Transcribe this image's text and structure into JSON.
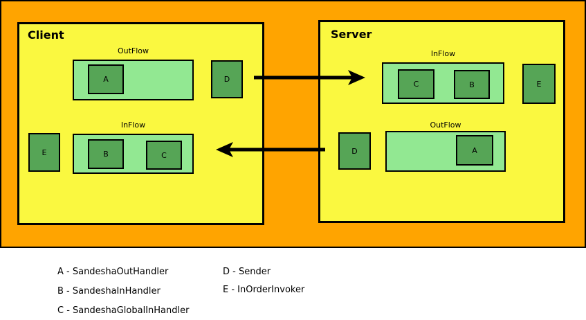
{
  "colors": {
    "orange": "#FFA400",
    "yellow": "#FAF840",
    "bargreen": "#92E892",
    "boxgreen": "#56A556",
    "black": "#000000",
    "white": "#FFFFFF"
  },
  "client": {
    "title": "Client",
    "outflow_label": "OutFlow",
    "outflow_handler_a": "A",
    "sender_label": "D",
    "inflow_label": "InFlow",
    "inflow_handler_b": "B",
    "inflow_handler_c": "C",
    "invoker_label": "E"
  },
  "server": {
    "title": "Server",
    "inflow_label": "InFlow",
    "inflow_handler_c": "C",
    "inflow_handler_b": "B",
    "invoker_label": "E",
    "outflow_label": "OutFlow",
    "outflow_handler_a": "A",
    "sender_label": "D"
  },
  "legend": {
    "a": "A - SandeshaOutHandler",
    "b": "B - SandeshaInHandler",
    "c": "C - SandeshaGlobalInHandler",
    "d": "D - Sender",
    "e": "E - InOrderInvoker"
  }
}
